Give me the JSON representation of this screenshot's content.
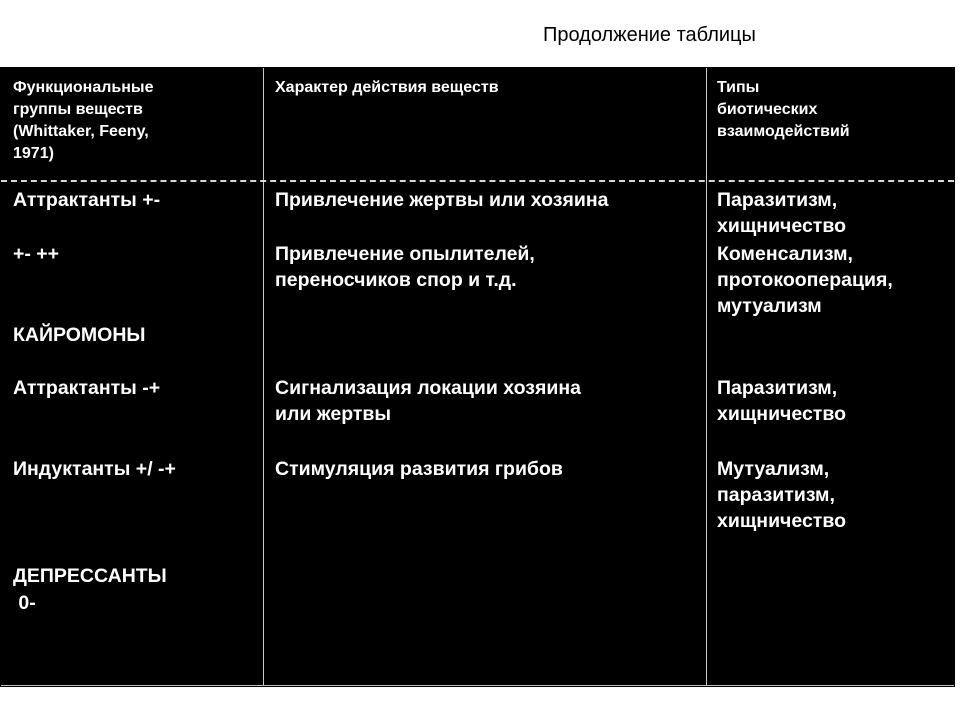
{
  "caption": "Продолжение таблицы",
  "headers": {
    "col1": "Функциональные\nгруппы веществ\n(Whittaker, Feeny,\n1971)",
    "col2": "Характер действия веществ",
    "col3": "Типы\nбиотических\nвзаимодействий"
  },
  "col1": {
    "r1": "Аттрактанты +-",
    "r2": "+- ++",
    "r3": "КАЙРОМОНЫ",
    "r4": "Аттрактанты -+",
    "r5": "Индуктанты +/ -+",
    "r6": "ДЕПРЕССАНТЫ",
    "r7": " 0-"
  },
  "col2": {
    "r1": "Привлечение жертвы или хозяина",
    "r2": "Привлечение опылителей,\nпереносчиков спор и т.д.",
    "r3": "Сигнализация локации хозяина\nили жертвы",
    "r4": "Стимуляция развития грибов"
  },
  "col3": {
    "r1": "Паразитизм,\nхищничество",
    "r2": "Коменсализм,\nпротокооперация,\nмутуализм",
    "r3": "Паразитизм,\nхищничество",
    "r4": "Мутуализм,\nпаразитизм,\nхищничество"
  }
}
